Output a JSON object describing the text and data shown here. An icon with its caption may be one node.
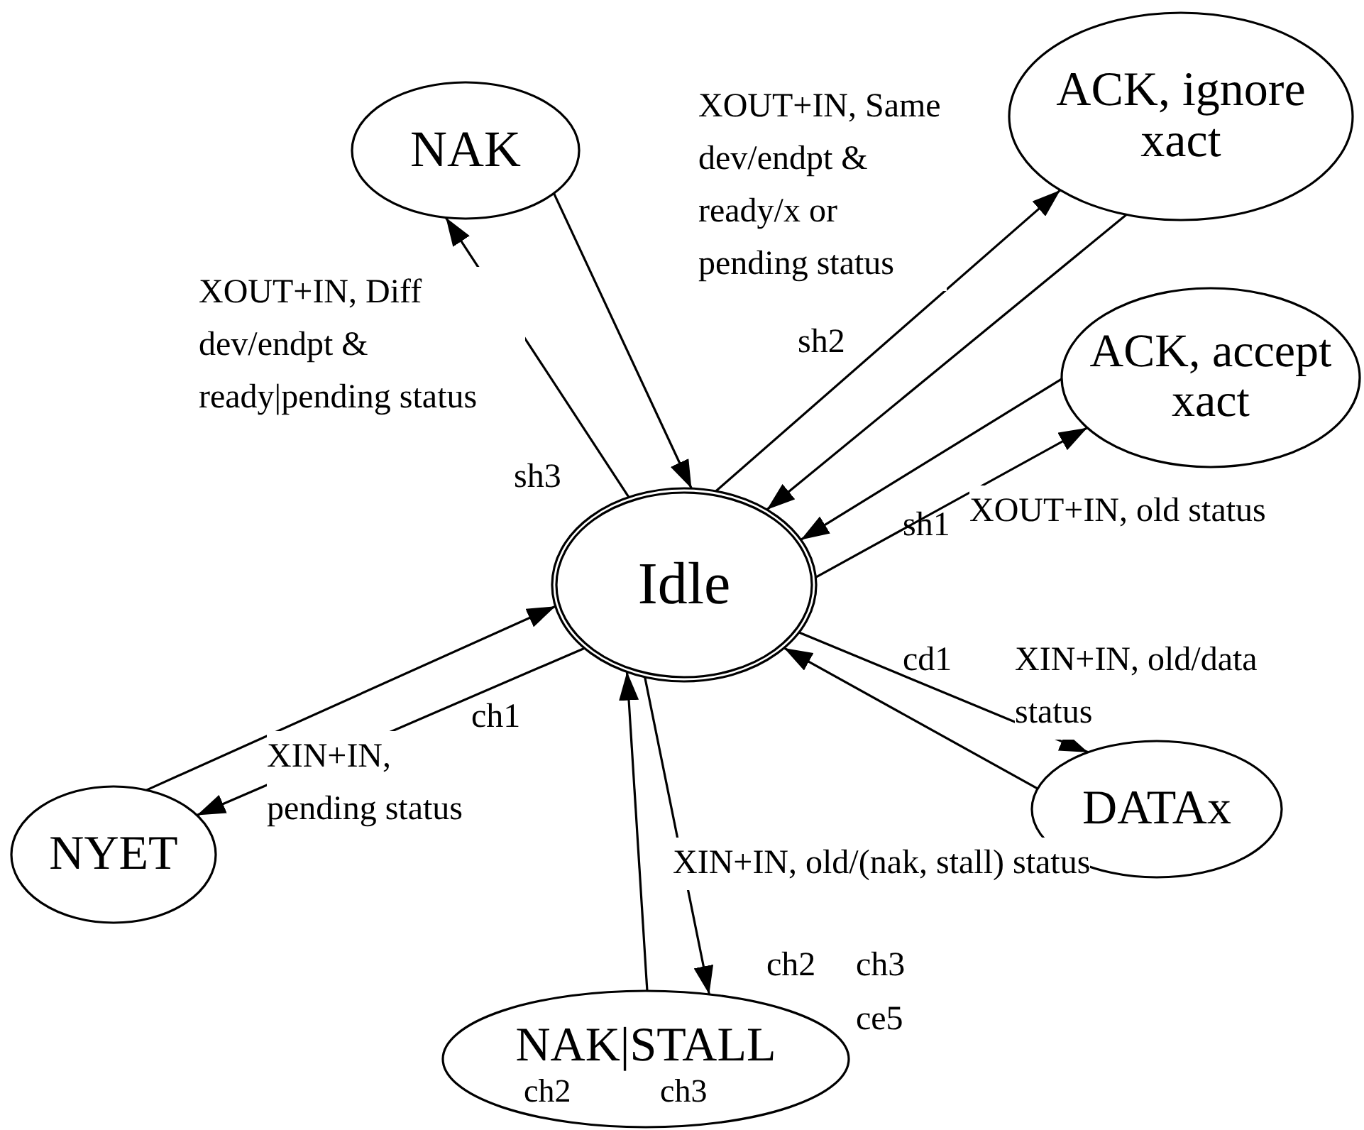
{
  "diagram": {
    "nodes": [
      {
        "text": [
          "Idle"
        ]
      },
      {
        "text": [
          "NAK"
        ]
      },
      {
        "text": [
          "ACK, ignore xact"
        ]
      },
      {
        "text": [
          "ACK, accept xact"
        ]
      },
      {
        "text": [
          "NYET"
        ]
      },
      {
        "text": [
          "DATAx"
        ]
      },
      {
        "text": [
          "NAK|STALL",
          "ch2",
          "ch3"
        ]
      }
    ],
    "edges": [
      {
        "from": 0,
        "to": 1,
        "arrow": "to",
        "label": "XOUT+IN, Diff dev/endpt & ready|pending status"
      },
      {
        "from": 1,
        "to": 0,
        "arrow": "to"
      },
      {
        "from": 0,
        "to": 2,
        "arrow": "to",
        "label": "XOUT+IN, Same dev/endpt & ready/x or pending status"
      },
      {
        "from": 2,
        "to": 0,
        "arrow": "to"
      },
      {
        "from": 3,
        "to": 0,
        "arrow": "to"
      },
      {
        "from": 0,
        "to": 3,
        "arrow": "to",
        "label": "XOUT+IN, old status"
      },
      {
        "from": 0,
        "to": 5,
        "arrow": "to",
        "label": "XIN+IN, old/data status"
      },
      {
        "from": 5,
        "to": 0,
        "arrow": "to"
      },
      {
        "from": 4,
        "to": 0,
        "arrow": "to"
      },
      {
        "from": 0,
        "to": 4,
        "arrow": "to",
        "label": "XIN+IN, pending status"
      },
      {
        "from": 6,
        "to": 0,
        "arrow": "to"
      },
      {
        "from": 0,
        "to": 6,
        "arrow": "to",
        "label": "XIN+IN, old/(nak, stall) status"
      }
    ],
    "labels": [
      "sh3",
      "sh2",
      "sh1",
      "cd1",
      "ch1",
      "ch2",
      "ch3",
      "ce5"
    ]
  }
}
